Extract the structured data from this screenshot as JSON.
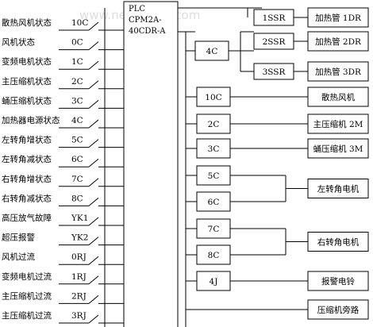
{
  "watermark": "www.newMaker.com",
  "plc": {
    "lines": [
      "PLC",
      "CPM2A-",
      "40CDR-A"
    ]
  },
  "inputs": [
    {
      "name": "散热风机状态",
      "code": "10C"
    },
    {
      "name": "风机状态",
      "code": "0C"
    },
    {
      "name": "变频电机状态",
      "code": "1C"
    },
    {
      "name": "主压缩机状态",
      "code": "2C"
    },
    {
      "name": "蛹压缩机状态",
      "code": "3C"
    },
    {
      "name": "加热器电源状态",
      "code": "4C"
    },
    {
      "name": "左转角增状态",
      "code": "5C"
    },
    {
      "name": "左转角减状态",
      "code": "6C"
    },
    {
      "name": "右转角增状态",
      "code": "7C"
    },
    {
      "name": "右转角减状态",
      "code": "8C"
    },
    {
      "name": "高压放气故障",
      "code": "YK1"
    },
    {
      "name": "超压报警",
      "code": "YK2"
    },
    {
      "name": "风机过流",
      "code": "0RJ"
    },
    {
      "name": "变频电机过流",
      "code": "1RJ"
    },
    {
      "name": "主压缩机过流",
      "code": "2RJ"
    },
    {
      "name": "主压缩机过流",
      "code": "3RJ"
    }
  ],
  "relays": [
    "4C",
    "10C",
    "2C",
    "3C",
    "5C",
    "6C",
    "7C",
    "8C",
    "4J"
  ],
  "ssr": [
    "1SSR",
    "2SSR",
    "3SSR"
  ],
  "loads": [
    "加热管 1DR",
    "加热管 2DR",
    "加热管 3DR",
    "散热风机",
    "主压缩机 2M",
    "蛹压缩机 3M",
    "左转角电机",
    "右转角电机",
    "报警电铃",
    "压缩机旁路"
  ]
}
